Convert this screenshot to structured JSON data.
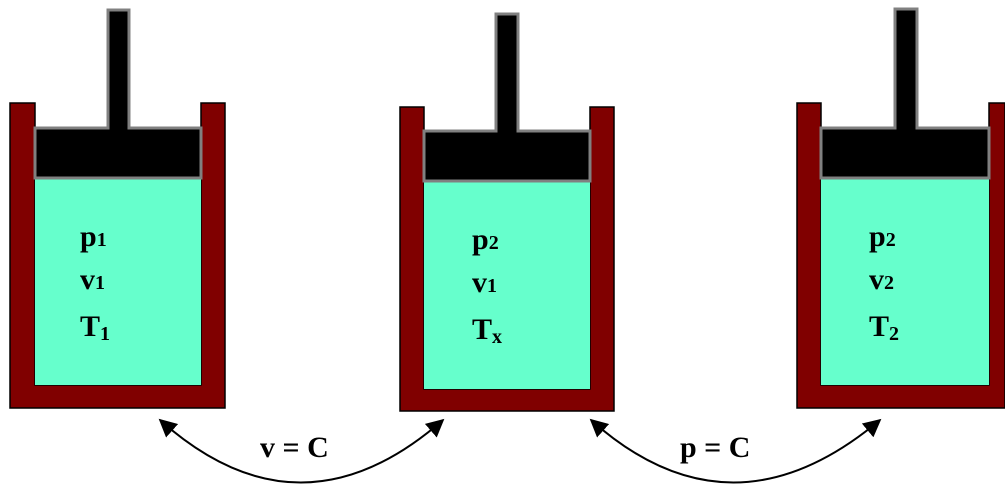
{
  "colors": {
    "cylinder_wall": "#800000",
    "gas": "#66FFCC",
    "piston": "#000000",
    "piston_outline": "#808080"
  },
  "cylinders": [
    {
      "pressure": {
        "base": "p",
        "sub": "1"
      },
      "volume": {
        "base": "v",
        "sub": "1"
      },
      "temperature": {
        "base": "T",
        "sub": "1"
      }
    },
    {
      "pressure": {
        "base": "p",
        "sub": "2"
      },
      "volume": {
        "base": "v",
        "sub": "1"
      },
      "temperature": {
        "base": "T",
        "sub": "x"
      }
    },
    {
      "pressure": {
        "base": "p",
        "sub": "2"
      },
      "volume": {
        "base": "v",
        "sub": "2"
      },
      "temperature": {
        "base": "T",
        "sub": "2"
      }
    }
  ],
  "processes": [
    {
      "label": "v = C"
    },
    {
      "label": "p = C"
    }
  ]
}
